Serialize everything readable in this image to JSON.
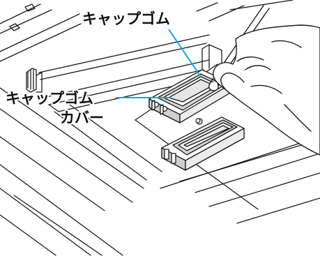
{
  "callouts": {
    "cap_rubber": "キャップゴム",
    "cap_rubber_cover_line1": "キャップゴム",
    "cap_rubber_cover_line2": "カバー"
  },
  "colors": {
    "leader_line": "#1ea0e6",
    "outline": "#1a1a1a",
    "shading": "#d8d8d8",
    "background": "#ffffff"
  }
}
